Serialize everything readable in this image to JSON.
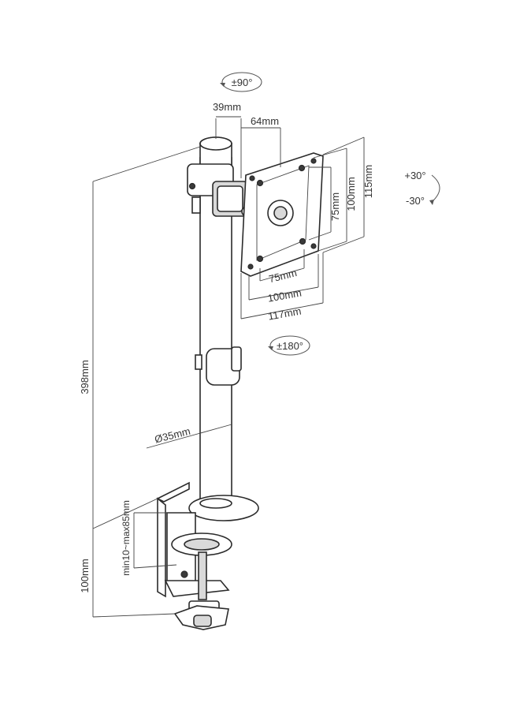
{
  "labels": {
    "tilt_rotation": "±90°",
    "swivel_rotation": "±180°",
    "tilt_up": "+30°",
    "tilt_down": "-30°",
    "pole_to_plate": "39mm",
    "plate_offset": "64mm",
    "vesa_75_width": "75mm",
    "vesa_100_width": "100mm",
    "plate_width": "117mm",
    "vesa_75_height": "75mm",
    "vesa_100_height": "100mm",
    "plate_height": "115mm",
    "pole_height": "398mm",
    "pole_diameter": "Ø35mm",
    "clamp_range": "min10~max85mm",
    "clamp_height": "100mm"
  },
  "colors": {
    "line": "#2b2b2b",
    "text": "#333333",
    "background": "#ffffff"
  }
}
